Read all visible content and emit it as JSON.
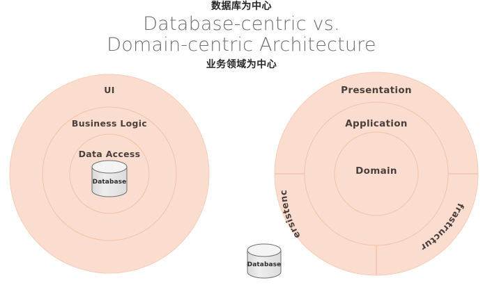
{
  "title": {
    "annotation_top": "数据库为中心",
    "line1": "Database-centric vs.",
    "line2": "Domain-centric Architecture",
    "annotation_bottom": "业务领域为中心"
  },
  "colors": {
    "ring_fill": "#fbddd0",
    "ring_stroke": "#f3c6ae",
    "label_text": "#4a3f3c",
    "title_text": "#6f6f6f",
    "annotation_text": "#262626",
    "cylinder_fill": "#e8e8e8",
    "cylinder_top": "#f2f2f2",
    "cylinder_stroke": "#7a7a7a",
    "background": "#ffffff"
  },
  "left_diagram": {
    "name": "database-centric-architecture",
    "rings": [
      {
        "label": "UI"
      },
      {
        "label": "Business Logic"
      },
      {
        "label": "Data Access"
      }
    ],
    "cylinder": {
      "label": "Database"
    }
  },
  "right_diagram": {
    "name": "domain-centric-architecture",
    "rings": [
      {
        "label": "Presentation"
      },
      {
        "label": "Application"
      },
      {
        "label": "Domain"
      }
    ],
    "sectors": [
      {
        "label": "Persistence"
      },
      {
        "label": "Infrastructure"
      }
    ]
  },
  "external_cylinder": {
    "label": "Database"
  }
}
